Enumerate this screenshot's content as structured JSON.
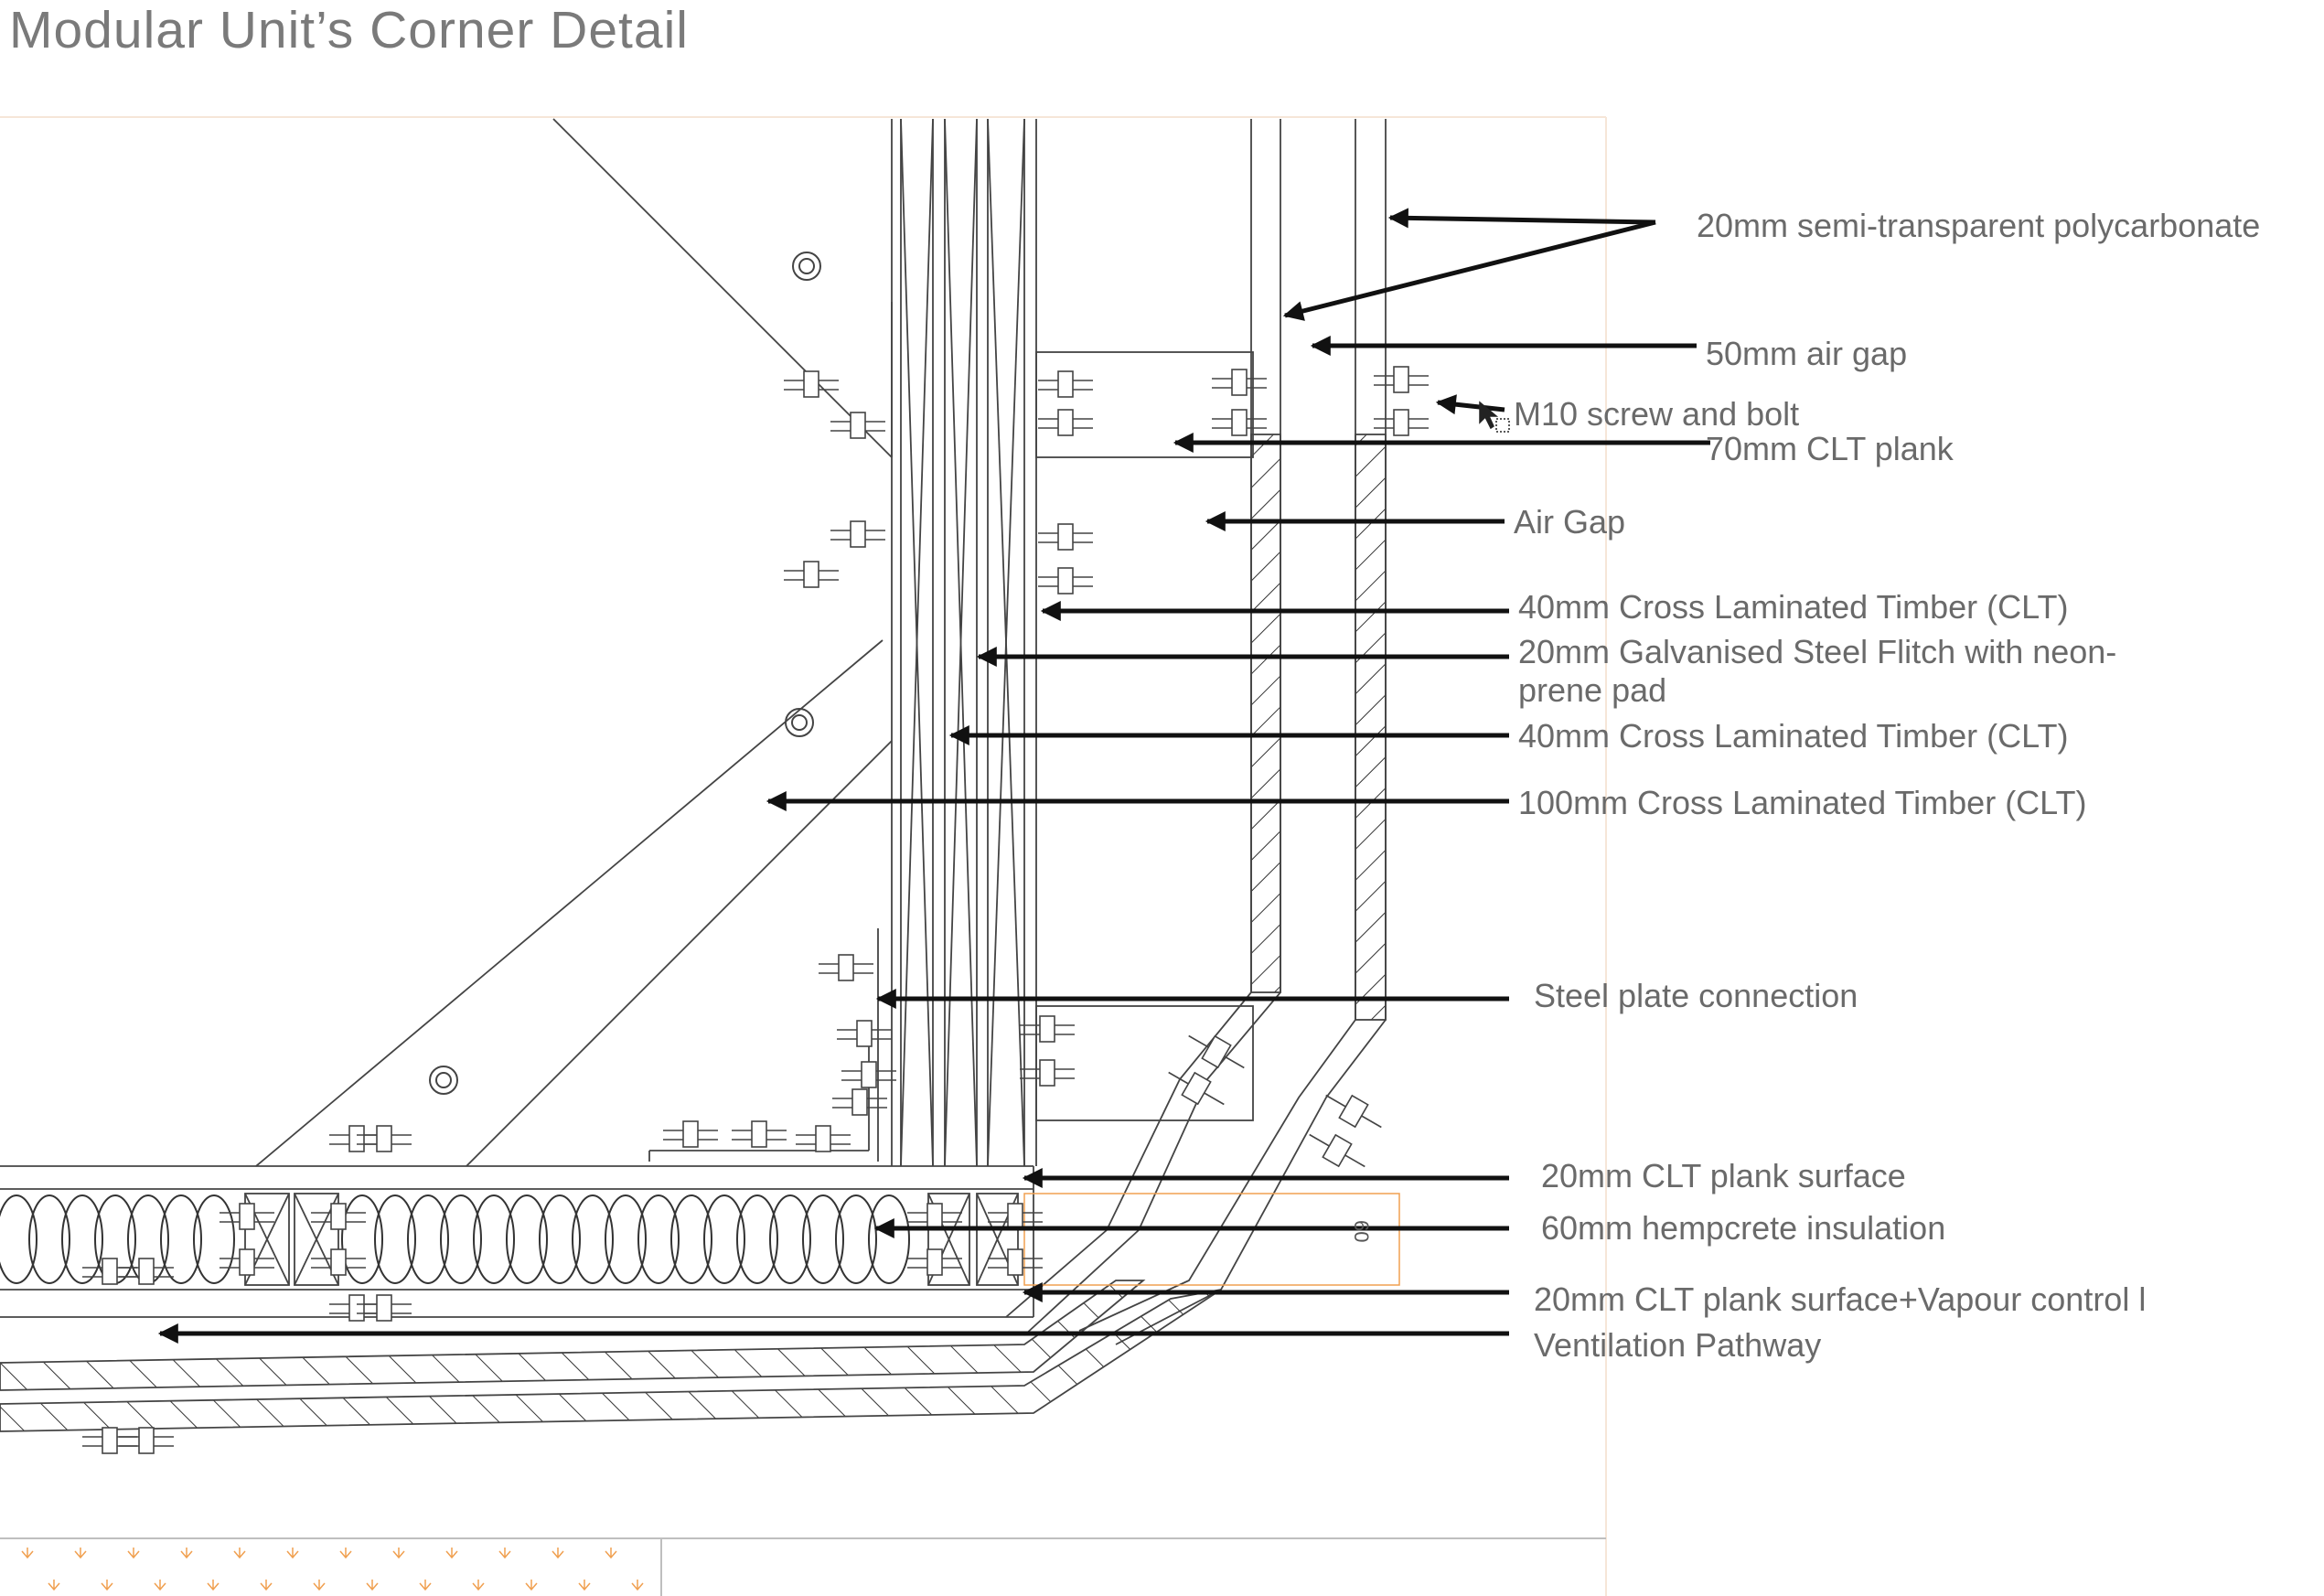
{
  "title": "Modular Unit’s Corner Detail",
  "dimension_label": "60",
  "labels": [
    {
      "id": "polycarbonate",
      "text": "20mm semi-transparent polycarbonate"
    },
    {
      "id": "air-gap-50",
      "text": "50mm air gap"
    },
    {
      "id": "m10-screw",
      "text": "M10 screw and bolt"
    },
    {
      "id": "clt-plank-70",
      "text": "70mm CLT plank"
    },
    {
      "id": "air-gap",
      "text": "Air Gap"
    },
    {
      "id": "clt-40-a",
      "text": "40mm Cross Laminated Timber (CLT)"
    },
    {
      "id": "steel-flitch",
      "text": "20mm Galvanised Steel Flitch with neon-prene pad"
    },
    {
      "id": "clt-40-b",
      "text": "40mm Cross Laminated Timber (CLT)"
    },
    {
      "id": "clt-100",
      "text": "100mm Cross Laminated Timber (CLT)"
    },
    {
      "id": "steel-plate",
      "text": "Steel plate connection"
    },
    {
      "id": "clt-surface-20",
      "text": "20mm CLT plank surface"
    },
    {
      "id": "hempcrete",
      "text": "60mm hempcrete insulation"
    },
    {
      "id": "clt-vapour",
      "text": "20mm CLT plank surface+Vapour control l"
    },
    {
      "id": "ventilation",
      "text": "Ventilation Pathway"
    }
  ],
  "colors": {
    "line": "#444444",
    "arrow": "#111111",
    "label": "#6a6a6a",
    "accent": "#f0a050"
  }
}
